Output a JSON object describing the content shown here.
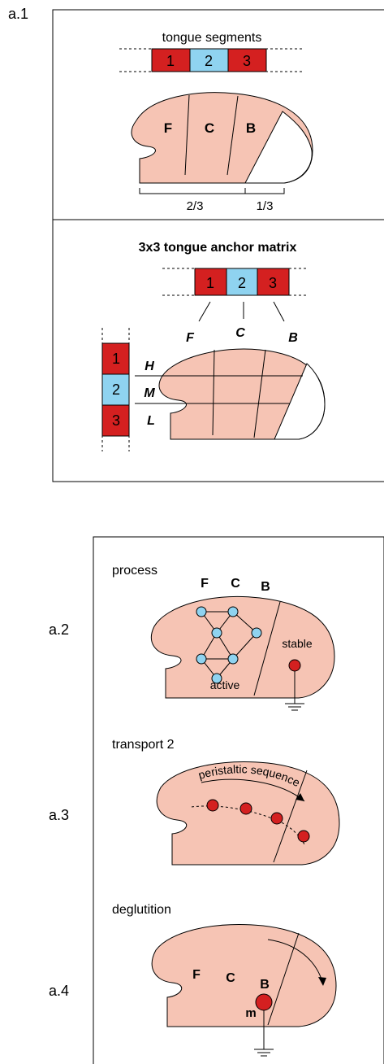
{
  "panel_a1": {
    "tag": "a.1",
    "segments_title": "tongue segments",
    "segments": [
      "1",
      "2",
      "3"
    ],
    "regions": [
      "F",
      "C",
      "B"
    ],
    "ratio_front": "2/3",
    "ratio_back": "1/3",
    "matrix_title": "3x3 tongue anchor matrix",
    "matrix_cols": [
      "F",
      "C",
      "B"
    ],
    "matrix_rows": [
      "H",
      "M",
      "L"
    ],
    "vertical_segments": [
      "1",
      "2",
      "3"
    ]
  },
  "panel_a2": {
    "tag": "a.2",
    "title": "process",
    "regions": [
      "F",
      "C",
      "B"
    ],
    "active_label": "active",
    "stable_label": "stable"
  },
  "panel_a3": {
    "tag": "a.3",
    "title": "transport 2",
    "arrow_label": "peristaltic sequence"
  },
  "panel_a4": {
    "tag": "a.4",
    "title": "deglutition",
    "regions": [
      "F",
      "C",
      "B"
    ],
    "node_label": "m"
  },
  "colors": {
    "red": "#d42020",
    "blue": "#8fd3f0",
    "tongue": "#f6c4b4",
    "node_red": "#d42020",
    "node_blue": "#8fd3f0"
  }
}
